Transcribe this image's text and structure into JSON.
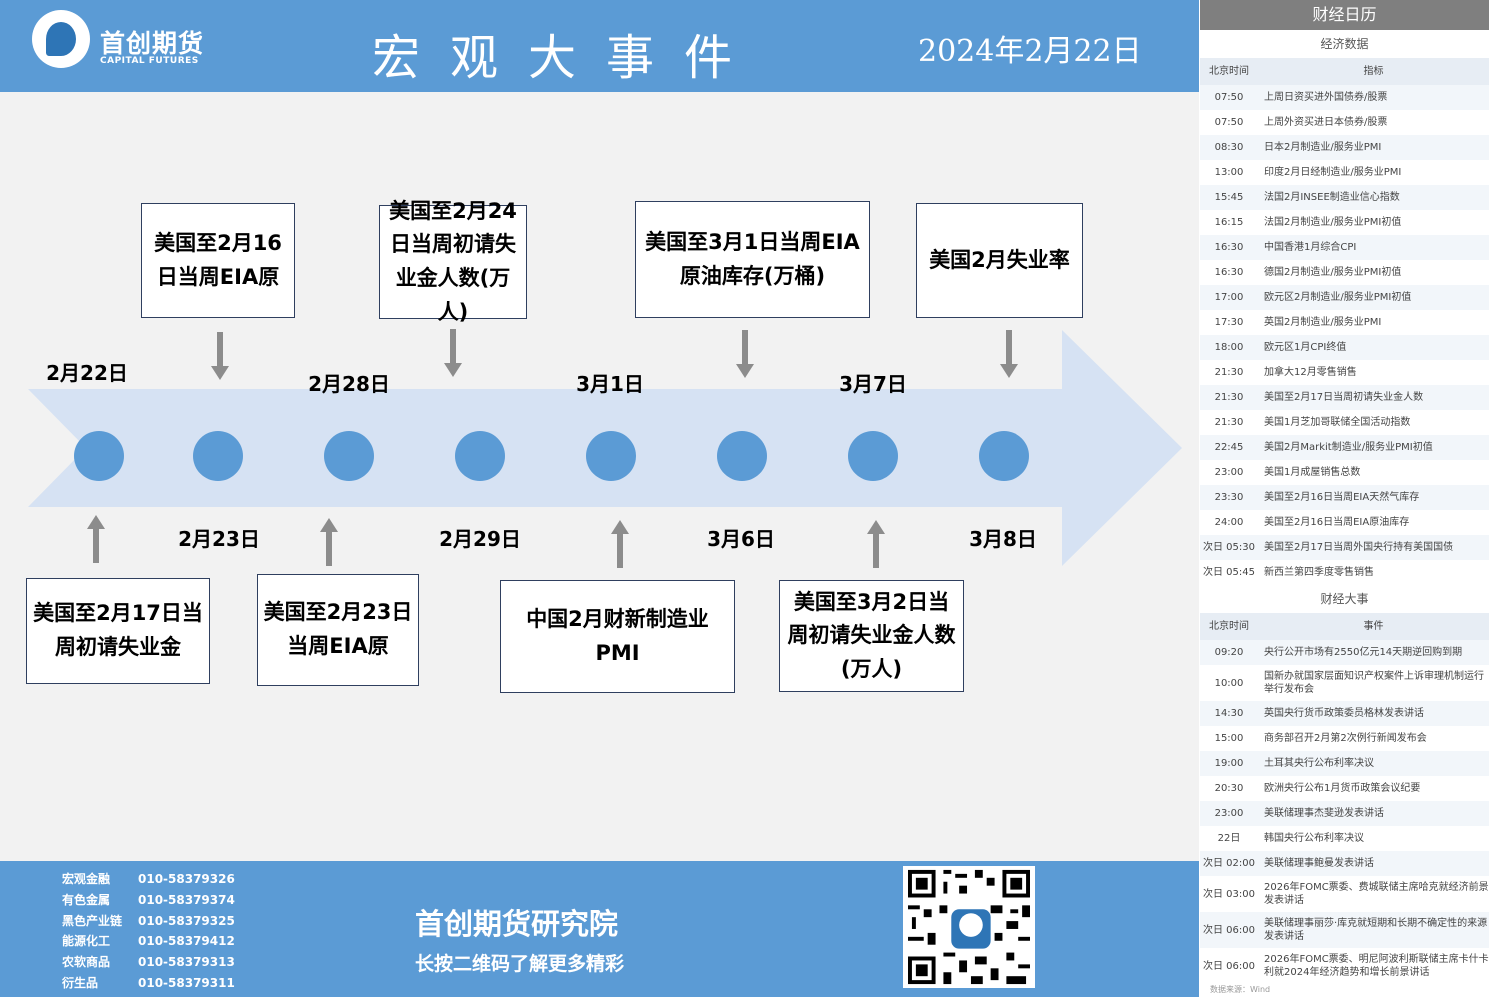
{
  "header": {
    "logo_name": "首创期货",
    "logo_en": "CAPITAL FUTURES",
    "title": "宏观大事件",
    "date": "2024年2月22日"
  },
  "timeline": {
    "dates_top": [
      "2月22日",
      "2月28日",
      "3月1日",
      "3月7日"
    ],
    "dates_bottom": [
      "2月23日",
      "2月29日",
      "3月6日",
      "3月8日"
    ],
    "events_top": [
      "美国至2月16日当周EIA原",
      "美国至2月24日当周初请失业金人数(万人)",
      "美国至3月1日当周EIA原油库存(万桶)",
      "美国2月失业率"
    ],
    "events_bottom": [
      "美国至2月17日当周初请失业金",
      "美国至2月23日当周EIA原",
      "中国2月财新制造业PMI",
      "美国至3月2日当周初请失业金人数(万人)"
    ]
  },
  "footer": {
    "contacts": [
      {
        "dept": "宏观金融",
        "phone": "010-58379326"
      },
      {
        "dept": "有色金属",
        "phone": "010-58379374"
      },
      {
        "dept": "黑色产业链",
        "phone": "010-58379325"
      },
      {
        "dept": "能源化工",
        "phone": "010-58379412"
      },
      {
        "dept": "农软商品",
        "phone": "010-58379313"
      },
      {
        "dept": "衍生品",
        "phone": "010-58379311"
      }
    ],
    "name": "首创期货研究院",
    "sub": "长按二维码了解更多精彩"
  },
  "calendar": {
    "title": "财经日历",
    "econ_section": "经济数据",
    "col_time": "北京时间",
    "col_indicator": "指标",
    "econ": [
      {
        "time": "07:50",
        "name": "上周日资买进外国债券/股票"
      },
      {
        "time": "07:50",
        "name": "上周外资买进日本债券/股票"
      },
      {
        "time": "08:30",
        "name": "日本2月制造业/服务业PMI"
      },
      {
        "time": "13:00",
        "name": "印度2月日经制造业/服务业PMI"
      },
      {
        "time": "15:45",
        "name": "法国2月INSEE制造业信心指数"
      },
      {
        "time": "16:15",
        "name": "法国2月制造业/服务业PMI初值"
      },
      {
        "time": "16:30",
        "name": "中国香港1月综合CPI"
      },
      {
        "time": "16:30",
        "name": "德国2月制造业/服务业PMI初值"
      },
      {
        "time": "17:00",
        "name": "欧元区2月制造业/服务业PMI初值"
      },
      {
        "time": "17:30",
        "name": "英国2月制造业/服务业PMI"
      },
      {
        "time": "18:00",
        "name": "欧元区1月CPI终值"
      },
      {
        "time": "21:30",
        "name": "加拿大12月零售销售"
      },
      {
        "time": "21:30",
        "name": "美国至2月17日当周初请失业金人数"
      },
      {
        "time": "21:30",
        "name": "美国1月芝加哥联储全国活动指数"
      },
      {
        "time": "22:45",
        "name": "美国2月Markit制造业/服务业PMI初值"
      },
      {
        "time": "23:00",
        "name": "美国1月成屋销售总数"
      },
      {
        "time": "23:30",
        "name": "美国至2月16日当周EIA天然气库存"
      },
      {
        "time": "24:00",
        "name": "美国至2月16日当周EIA原油库存"
      },
      {
        "time": "次日 05:30",
        "name": "美国至2月17日当周外国央行持有美国国债"
      },
      {
        "time": "次日 05:45",
        "name": "新西兰第四季度零售销售"
      }
    ],
    "events_section": "财经大事",
    "col_event": "事件",
    "events": [
      {
        "time": "09:20",
        "name": "央行公开市场有2550亿元14天期逆回购到期"
      },
      {
        "time": "10:00",
        "name": "国新办就国家层面知识产权案件上诉审理机制运行举行发布会"
      },
      {
        "time": "14:30",
        "name": "英国央行货币政策委员格林发表讲话"
      },
      {
        "time": "15:00",
        "name": "商务部召开2月第2次例行新闻发布会"
      },
      {
        "time": "19:00",
        "name": "土耳其央行公布利率决议"
      },
      {
        "time": "20:30",
        "name": "欧洲央行公布1月货币政策会议纪要"
      },
      {
        "time": "23:00",
        "name": "美联储理事杰斐逊发表讲话"
      },
      {
        "time": "22日",
        "name": "韩国央行公布利率决议"
      },
      {
        "time": "次日 02:00",
        "name": "美联储理事鲍曼发表讲话"
      },
      {
        "time": "次日 03:00",
        "name": "2026年FOMC票委、费城联储主席哈克就经济前景发表讲话"
      },
      {
        "time": "次日 06:00",
        "name": "美联储理事丽莎·库克就短期和长期不确定性的来源发表讲话"
      },
      {
        "time": "次日 06:00",
        "name": "2026年FOMC票委、明尼阿波利斯联储主席卡什卡利就2024年经济趋势和增长前景讲话"
      }
    ],
    "source": "数据来源：Wind"
  },
  "colors": {
    "brand_blue": "#5b9bd5",
    "arrow_fill": "#d6e2f3",
    "panel_gray": "#7f7f7f"
  }
}
